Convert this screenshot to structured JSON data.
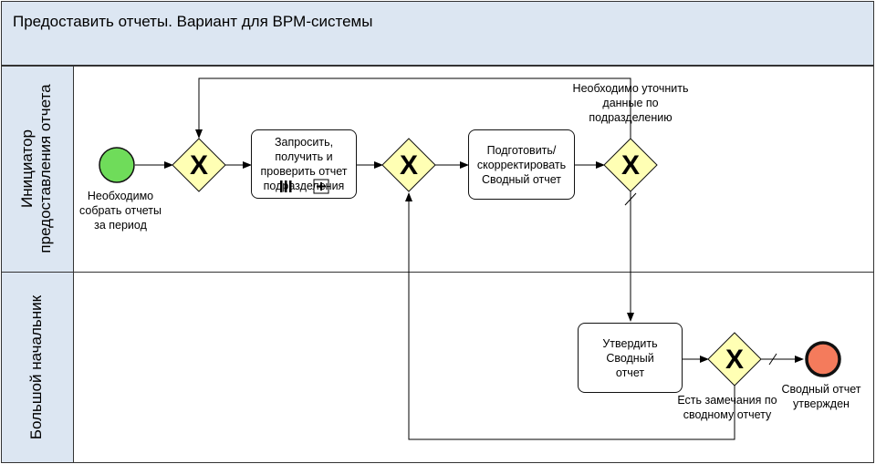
{
  "title": "Предоставить отчеты. Вариант для BPM-системы",
  "lanes": [
    {
      "label": "Инициатор предоставления отчета"
    },
    {
      "label": "Большой начальник"
    }
  ],
  "start_event": {
    "label": "Необходимо собрать отчеты за период"
  },
  "tasks": {
    "request": "Запросить, получить и проверить отчет подразделения",
    "prepare": "Подготовить/ скорректировать Сводный отчет",
    "approve": "Утвердить Сводный отчет"
  },
  "gateways": {
    "g1": {
      "symbol": "X"
    },
    "g2": {
      "symbol": "X"
    },
    "g3": {
      "symbol": "X",
      "label": "Необходимо уточнить данные по подразделению"
    },
    "g4": {
      "symbol": "X",
      "label": "Есть замечания по сводному отчету"
    }
  },
  "end_event": {
    "label": "Сводный отчет утвержден"
  },
  "colors": {
    "header": "#dce6f2",
    "gateway": "#ffffb4",
    "start": "#6fdc5a",
    "end": "#f47b5c"
  }
}
